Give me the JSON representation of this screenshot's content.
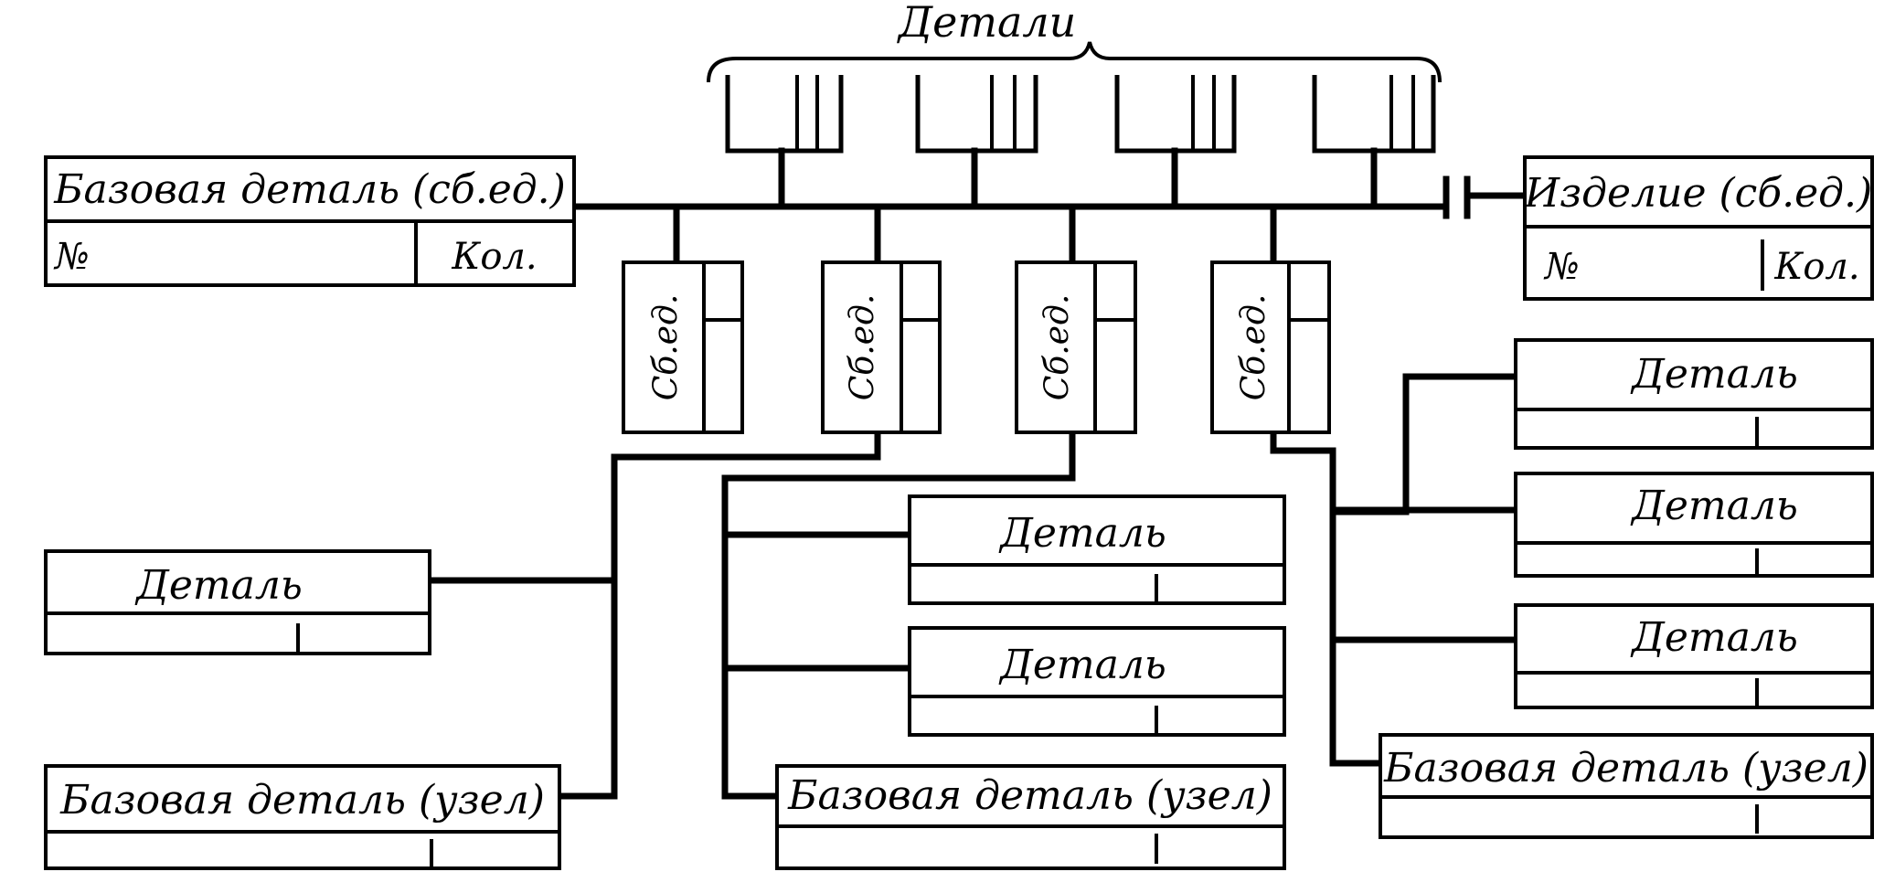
{
  "diagram": {
    "details_group_label": "Детали",
    "base_part_main": {
      "title": "Базовая деталь (сб.ед.)",
      "number_label": "№",
      "quantity_label": "Кол."
    },
    "product": {
      "title": "Изделие (сб.ед.)",
      "number_label": "№",
      "quantity_label": "Кол."
    },
    "assembly_units": [
      {
        "label": "Сб.ед."
      },
      {
        "label": "Сб.ед."
      },
      {
        "label": "Сб.ед."
      },
      {
        "label": "Сб.ед."
      }
    ],
    "left_branch": {
      "part": {
        "title": "Деталь"
      },
      "base_part": {
        "title": "Базовая деталь (узел)"
      }
    },
    "middle_branch": {
      "parts": [
        {
          "title": "Деталь"
        },
        {
          "title": "Деталь"
        }
      ],
      "base_part": {
        "title": "Базовая деталь (узел)"
      }
    },
    "right_branch": {
      "parts": [
        {
          "title": "Деталь"
        },
        {
          "title": "Деталь"
        },
        {
          "title": "Деталь"
        }
      ],
      "base_part": {
        "title": "Базовая деталь (узел)"
      }
    }
  }
}
